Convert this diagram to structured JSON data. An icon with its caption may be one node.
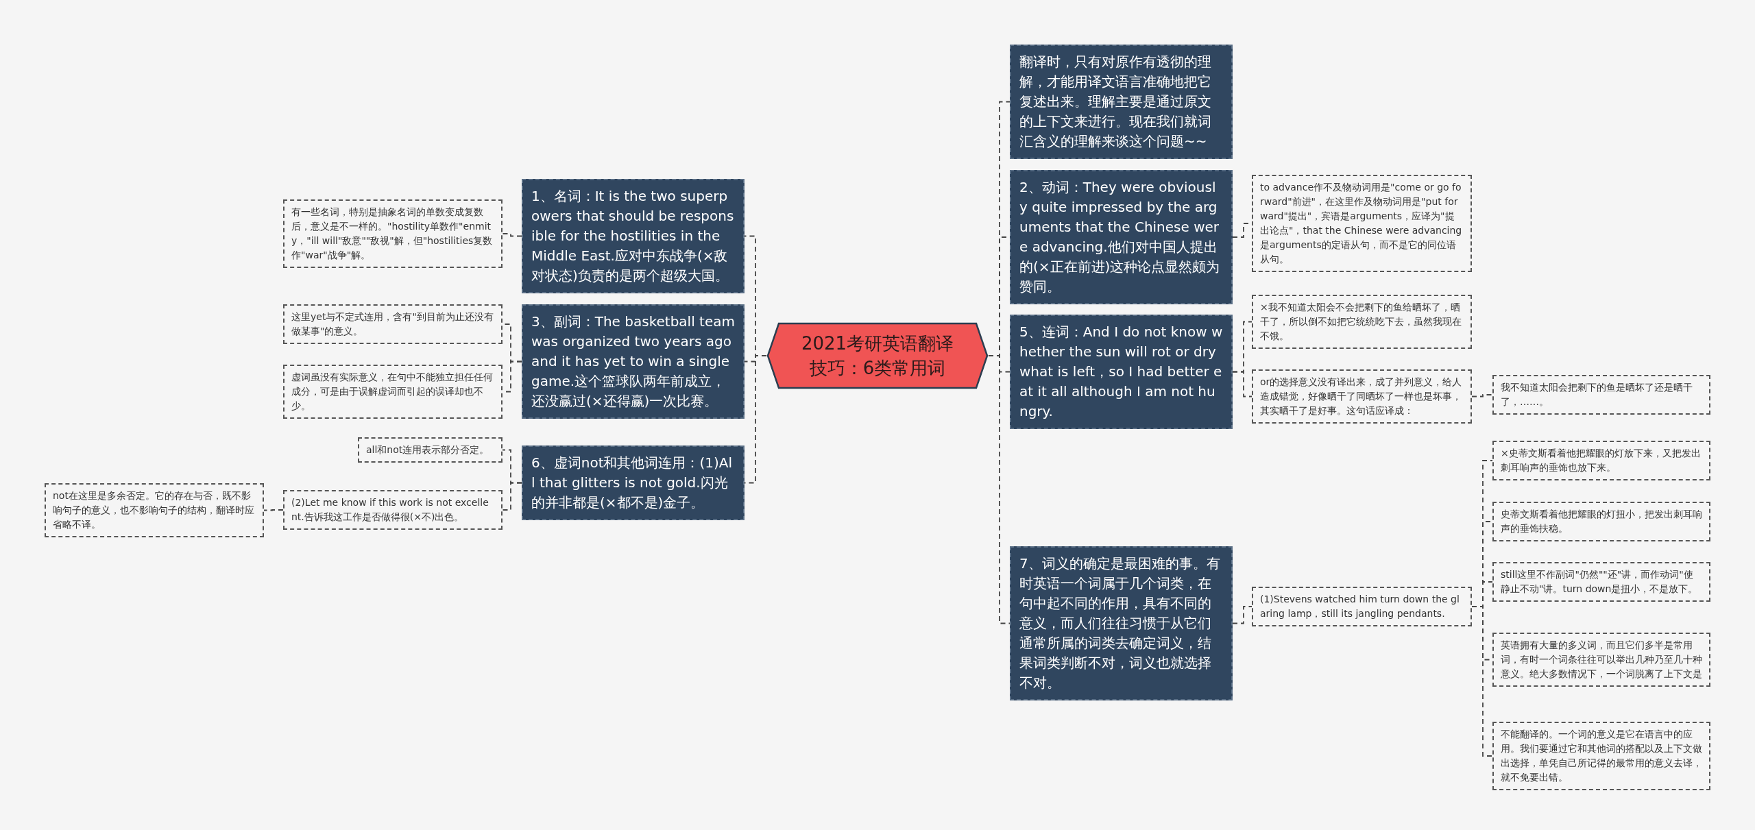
{
  "diagram": {
    "nodes": [
      {
        "text": [
          "2021考研英语翻译技巧：6类常用词"
        ]
      },
      {
        "text": [
          "1、名词：It is the two superpowers that should be responsible for the hostilities in the Middle East.应对中东战争(×敌对状态)负责的是两个超级大国。"
        ]
      },
      {
        "text": [
          "有一些名词，特别是抽象名词的单数变成复数后，意义是不一样的。\"hostility单数作\"enmity，\"ill will\"敌意\"\"敌视\"解，但\"hostilities复数作\"war\"战争\"解。"
        ]
      },
      {
        "text": [
          "3、副词：The basketball team was organized two years ago and it has yet to win a single game.这个篮球队两年前成立，还没赢过(×还得赢)一次比赛。"
        ]
      },
      {
        "text": [
          "这里yet与不定式连用，含有\"到目前为止还没有做某事\"的意义。"
        ]
      },
      {
        "text": [
          "虚词虽没有实际意义，在句中不能独立担任任何成分，可是由于误解虚词而引起的误译却也不少。"
        ]
      },
      {
        "text": [
          "6、虚词not和其他词连用：(1)All that glitters is not gold.闪光的并非都是(×都不是)金子。"
        ]
      },
      {
        "text": [
          "all和not连用表示部分否定。"
        ]
      },
      {
        "text": [
          "(2)Let me know if this work is not excellent.告诉我这工作是否做得很(×不)出色。"
        ]
      },
      {
        "text": [
          "not在这里是多余否定。它的存在与否，既不影响句子的意义，也不影响句子的结构，翻译时应省略不译。"
        ]
      },
      {
        "text": [
          "翻译时，只有对原作有透彻的理解，才能用译文语言准确地把它复述出来。理解主要是通过原文的上下文来进行。现在我们就词汇含义的理解来谈这个问题~~"
        ]
      },
      {
        "text": [
          "2、动词：They were obviously quite impressed by the arguments that the Chinese were advancing.他们对中国人提出的(×正在前进)这种论点显然颇为赞同。"
        ]
      },
      {
        "text": [
          "to advance作不及物动词用是\"come or go forward\"前进\"，在这里作及物动词用是\"put forward\"提出\"，宾语是arguments，应译为\"提出论点\"，that the Chinese were advancing是arguments的定语从句，而不是它的同位语从句。"
        ]
      },
      {
        "text": [
          "5、连词：And I do not know whether the sun will rot or dry what is left，so I had better eat it all although I am not hungry."
        ]
      },
      {
        "text": [
          "×我不知道太阳会不会把剩下的鱼给晒坏了，晒干了，所以倒不如把它统统吃下去，虽然我现在不饿。"
        ]
      },
      {
        "text": [
          "or的选择意义没有译出来，成了并列意义，给人造成错觉，好像晒干了同晒坏了一样也是坏事，其实晒干了是好事。这句话应译成："
        ]
      },
      {
        "text": [
          "我不知道太阳会把剩下的鱼是晒坏了还是晒干了，……。"
        ]
      },
      {
        "text": [
          "7、词义的确定是最困难的事。有时英语一个词属于几个词类，在句中起不同的作用，具有不同的意义，而人们往往习惯于从它们通常所属的词类去确定词义，结果词类判断不对，词义也就选择不对。"
        ]
      },
      {
        "text": [
          "(1)Stevens watched him turn down the glaring lamp，still its jangling pendants."
        ]
      },
      {
        "text": [
          "×史蒂文斯看着他把耀眼的灯放下来，又把发出刺耳响声的垂饰也放下来。"
        ]
      },
      {
        "text": [
          "史蒂文斯看着他把耀眼的灯扭小，把发出刺耳响声的垂饰扶稳。"
        ]
      },
      {
        "text": [
          "still这里不作副词\"仍然\"\"还\"讲，而作动词\"使静止不动\"讲。turn down是扭小，不是放下。"
        ]
      },
      {
        "text": [
          "英语拥有大量的多义词，而且它们多半是常用词，有时一个词条往往可以举出几种乃至几十种意义。绝大多数情况下，一个词脱离了上下文是"
        ]
      },
      {
        "text": [
          "不能翻译的。一个词的意义是它在语言中的应用。我们要通过它和其他词的搭配以及上下文做出选择，单凭自己所记得的最常用的意义去译，就不免要出错。"
        ]
      }
    ],
    "edges": [
      {
        "from": 0,
        "to": 1,
        "arrow": "none",
        "style": "dashed"
      },
      {
        "from": 0,
        "to": 3,
        "arrow": "none",
        "style": "dashed"
      },
      {
        "from": 0,
        "to": 6,
        "arrow": "none",
        "style": "dashed"
      },
      {
        "from": 1,
        "to": 2,
        "arrow": "none",
        "style": "dashed"
      },
      {
        "from": 3,
        "to": 4,
        "arrow": "none",
        "style": "dashed"
      },
      {
        "from": 3,
        "to": 5,
        "arrow": "none",
        "style": "dashed"
      },
      {
        "from": 6,
        "to": 7,
        "arrow": "none",
        "style": "dashed"
      },
      {
        "from": 6,
        "to": 8,
        "arrow": "none",
        "style": "dashed"
      },
      {
        "from": 8,
        "to": 9,
        "arrow": "none",
        "style": "dashed"
      },
      {
        "from": 0,
        "to": 10,
        "arrow": "none",
        "style": "dashed"
      },
      {
        "from": 0,
        "to": 11,
        "arrow": "none",
        "style": "dashed"
      },
      {
        "from": 11,
        "to": 12,
        "arrow": "none",
        "style": "dashed"
      },
      {
        "from": 0,
        "to": 13,
        "arrow": "none",
        "style": "dashed"
      },
      {
        "from": 13,
        "to": 14,
        "arrow": "none",
        "style": "dashed"
      },
      {
        "from": 13,
        "to": 15,
        "arrow": "none",
        "style": "dashed"
      },
      {
        "from": 15,
        "to": 16,
        "arrow": "none",
        "style": "dashed"
      },
      {
        "from": 0,
        "to": 17,
        "arrow": "none",
        "style": "dashed"
      },
      {
        "from": 17,
        "to": 18,
        "arrow": "none",
        "style": "dashed"
      },
      {
        "from": 18,
        "to": 19,
        "arrow": "none",
        "style": "dashed"
      },
      {
        "from": 18,
        "to": 20,
        "arrow": "none",
        "style": "dashed"
      },
      {
        "from": 18,
        "to": 21,
        "arrow": "none",
        "style": "dashed"
      },
      {
        "from": 18,
        "to": 22,
        "arrow": "none",
        "style": "dashed"
      },
      {
        "from": 18,
        "to": 23,
        "arrow": "none",
        "style": "dashed"
      }
    ]
  }
}
